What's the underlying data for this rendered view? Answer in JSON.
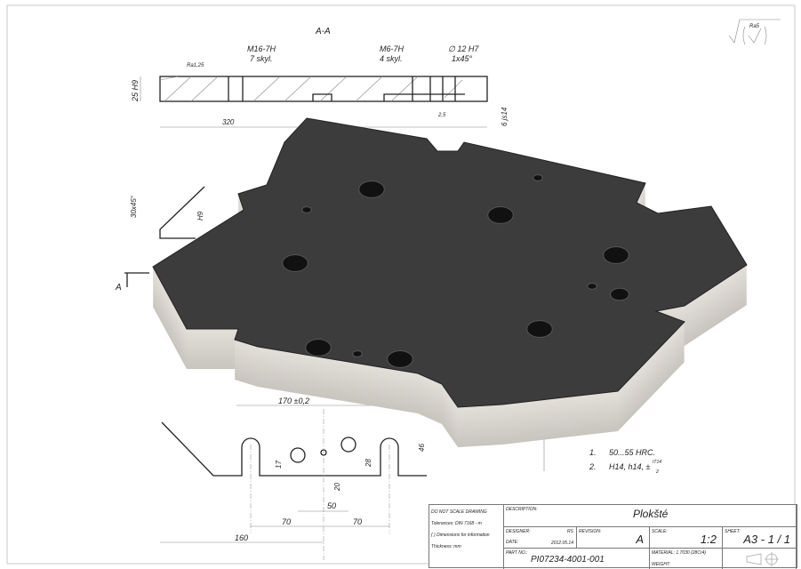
{
  "section": {
    "title": "A-A",
    "thread_large": "M16-7H",
    "thread_large_count": "7 skyl.",
    "thread_small": "M6-7H",
    "thread_small_count": "4 skyl.",
    "bore": "∅ 12 H7",
    "chamfer": "1x45°",
    "roughness": "Ra1,25",
    "thickness": "25 H9",
    "step_depth": "6 js14",
    "step": "2,5",
    "length": "320"
  },
  "plan": {
    "chamfer": "30x45°",
    "fit": "H9",
    "section_mark": "A",
    "dim_170": "170 ±0,2",
    "dim_17": "17",
    "dim_20": "20",
    "dim_28": "28",
    "dim_46": "46",
    "dim_50": "50",
    "dim_70a": "70",
    "dim_70b": "70",
    "dim_160": "160"
  },
  "surface_symbol": {
    "value": "Ra5"
  },
  "notes": [
    {
      "num": "1.",
      "text": "50...55 HRC."
    },
    {
      "num": "2.",
      "text": "H14, h14, ±",
      "frac_top": "IT14",
      "frac_bottom": "2"
    }
  ],
  "title_block": {
    "do_not_scale": "DO NOT SCALE DRAWING",
    "tolerances": "Tolerances: DIN 7168 - m",
    "info": "( ) Dimensions for information",
    "thickness": "Thickness:  mm",
    "description_label": "DESCRIPTION:",
    "description": "Plokšté",
    "designer_label": "DESIGNER:",
    "designer": "RS",
    "date_label": "DATE:",
    "date": "2012.05.14",
    "revision_label": "REVISION:",
    "revision": "A",
    "scale_label": "SCALE:",
    "scale": "1:2",
    "sheet_label": "SHEET:",
    "sheet": "A3 - 1 / 1",
    "part_label": "PART NO.:",
    "part": "PI07234-4001-001",
    "material": "MATERIAL: 1.7030 (28Cr4)",
    "weight": "WEIGHT:"
  },
  "colors": {
    "top_face": "#3c3c3c",
    "side_face": "#cfcac2",
    "line": "#222222"
  }
}
